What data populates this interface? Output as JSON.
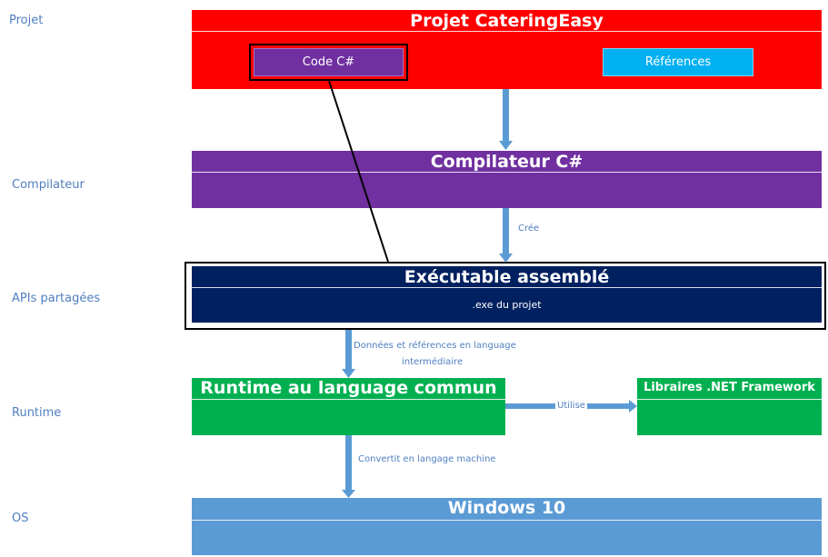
{
  "side_labels": {
    "projet": "Projet",
    "compilateur": "Compilateur",
    "apis": "APIs partagées",
    "runtime": "Runtime",
    "os": "OS"
  },
  "projet": {
    "title": "Projet CateringEasy",
    "code_box": "Code C#",
    "references_box": "Références"
  },
  "compilateur": {
    "title": "Compilateur C#"
  },
  "executable": {
    "title": "Exécutable assemblé",
    "subtitle": ".exe du projet"
  },
  "runtime": {
    "title": "Runtime au language commun"
  },
  "libraires": {
    "title": "Libraires .NET Framework"
  },
  "os": {
    "title": "Windows 10"
  },
  "arrows": {
    "cree": "Crée",
    "donnees_line1": "Données et références en language",
    "donnees_line2": "intermédiaire",
    "utilise": "Utilise",
    "convertit": "Convertit en langage machine"
  },
  "colors": {
    "red": "#ff0000",
    "purple": "#7030a0",
    "navy": "#002060",
    "green": "#00b050",
    "blue": "#5b9bd5",
    "cyan": "#00b0f0",
    "label": "#4f7fc0"
  }
}
